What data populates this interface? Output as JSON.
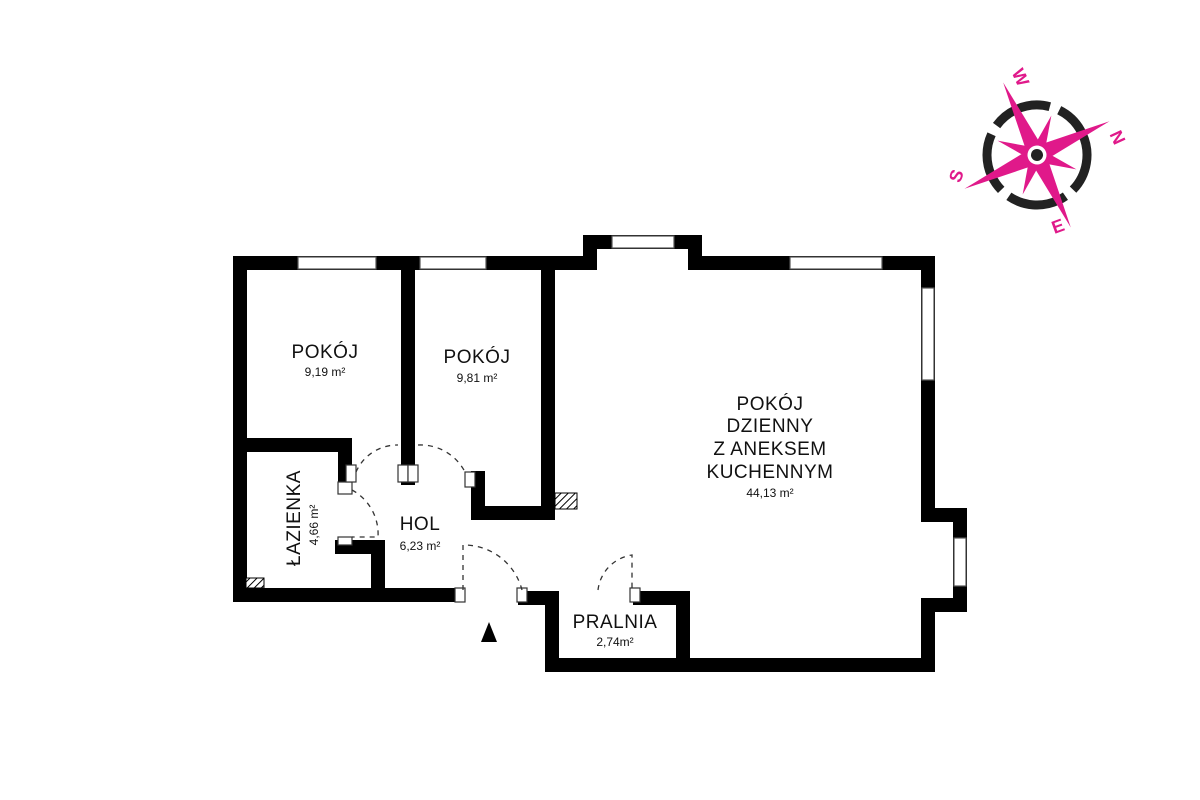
{
  "rooms": [
    {
      "name": "POKÓJ",
      "area": "9,19 m²"
    },
    {
      "name": "POKÓJ",
      "area": "9,81 m²"
    },
    {
      "name_lines": [
        "POKÓJ",
        "DZIENNY",
        "Z ANEKSEM",
        "KUCHENNYM"
      ],
      "area": "44,13 m²"
    },
    {
      "name": "ŁAZIENKA",
      "area": "4,66 m²"
    },
    {
      "name": "HOL",
      "area": "6,23 m²"
    },
    {
      "name": "PRALNIA",
      "area": "2,74m²"
    }
  ],
  "compass": {
    "n": "N",
    "s": "S",
    "e": "E",
    "w": "W",
    "color": "#e0198a"
  },
  "entrance_icon": "entrance-triangle-icon"
}
